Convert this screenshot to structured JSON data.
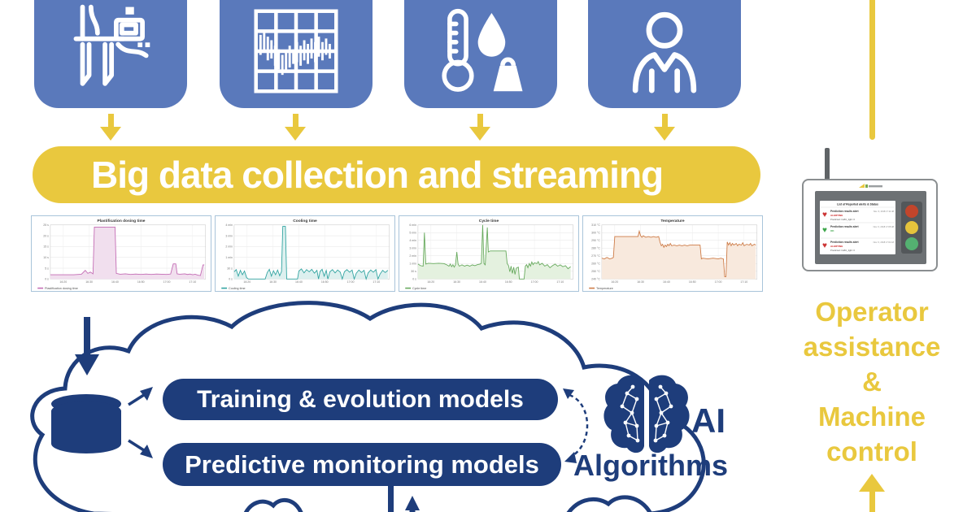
{
  "colors": {
    "source_blue": "#5a79bb",
    "accent_yellow": "#e9c83e",
    "navy": "#1e3d7b",
    "alert_red": "#cc3333",
    "ok_green": "#3da64a"
  },
  "sources": [
    {
      "icon": "caliper-icon"
    },
    {
      "icon": "process-curve-icon"
    },
    {
      "icon": "temperature-humidity-weight-icon"
    },
    {
      "icon": "operator-icon"
    }
  ],
  "banner": {
    "label": "Big data collection and streaming"
  },
  "cloud": {
    "pill1": "Training & evolution models",
    "pill2": "Predictive monitoring models",
    "ai": "AI",
    "algorithms": "Algorithms"
  },
  "right_panel": {
    "alerts_title": "List of Reported alerts & Status",
    "alerts": [
      {
        "title": "Prediction results alert",
        "status": "ALERTING",
        "status_color": "#cc2222",
        "heart_color": "#cc3333",
        "detail": "Predicted: traffic_light: 0",
        "timestamp": "Nov. 6, 2018 17:11:48"
      },
      {
        "title": "Prediction results alert",
        "status": "OK",
        "status_color": "#3da64a",
        "heart_color": "#3da64a",
        "detail": "",
        "timestamp": "Nov. 6, 2018 17:05:48"
      },
      {
        "title": "Prediction results alert",
        "status": "ALERTING",
        "status_color": "#cc2222",
        "heart_color": "#cc3333",
        "detail": "Predicted: traffic_light: 0",
        "timestamp": "Nov. 6, 2018 17:01:18"
      }
    ],
    "traffic_light_colors": [
      "#c2452b",
      "#e5c33c",
      "#54b171"
    ],
    "caption_lines": [
      "Operator",
      "assistance",
      "&",
      "Machine",
      "control"
    ]
  },
  "chart_data": [
    {
      "type": "area",
      "title": "Plastification dosing time",
      "legend": "Plastification dosing time",
      "color": "#c36bb4",
      "fill": "#f1dfee",
      "x_domain": [
        0,
        60
      ],
      "x_ticks": [
        {
          "v": 5,
          "label": "16:20"
        },
        {
          "v": 15,
          "label": "16:30"
        },
        {
          "v": 25,
          "label": "16:40"
        },
        {
          "v": 35,
          "label": "16:50"
        },
        {
          "v": 45,
          "label": "17:00"
        },
        {
          "v": 55,
          "label": "17:10"
        }
      ],
      "y_ticks": [
        {
          "v": 0,
          "label": "0 s"
        },
        {
          "v": 5,
          "label": "5 s"
        },
        {
          "v": 10,
          "label": "10 s"
        },
        {
          "v": 15,
          "label": "15 s"
        },
        {
          "v": 20,
          "label": "20 s"
        },
        {
          "v": 25,
          "label": "25 s"
        }
      ],
      "points": [
        [
          0,
          2
        ],
        [
          3,
          2
        ],
        [
          6,
          2
        ],
        [
          9,
          2
        ],
        [
          12,
          2.2
        ],
        [
          13.5,
          4
        ],
        [
          14.5,
          2.6
        ],
        [
          15.5,
          3.2
        ],
        [
          16.5,
          2.4
        ],
        [
          17,
          24
        ],
        [
          25,
          24
        ],
        [
          25.5,
          2.6
        ],
        [
          27,
          2.2
        ],
        [
          29,
          2.4
        ],
        [
          31,
          2.1
        ],
        [
          33,
          2.3
        ],
        [
          35,
          2.1
        ],
        [
          37,
          2.3
        ],
        [
          39,
          2.1
        ],
        [
          41,
          2.3
        ],
        [
          43,
          2.2
        ],
        [
          45,
          2.1
        ],
        [
          46.5,
          2.3
        ],
        [
          47.5,
          7
        ],
        [
          48.5,
          7
        ],
        [
          49,
          2.4
        ],
        [
          50,
          2.2
        ],
        [
          52,
          2.4
        ],
        [
          53,
          2.1
        ],
        [
          54,
          2.3
        ],
        [
          55,
          2
        ],
        [
          56,
          2.2
        ],
        [
          57,
          1.8
        ],
        [
          58,
          1.6
        ],
        [
          59,
          6.5
        ],
        [
          59.5,
          6.5
        ]
      ]
    },
    {
      "type": "area",
      "title": "Cooling time",
      "legend": "Cooling time",
      "color": "#2fa3a0",
      "fill": "#ddf0ef",
      "x_domain": [
        0,
        60
      ],
      "x_ticks": [
        {
          "v": 5,
          "label": "16:20"
        },
        {
          "v": 15,
          "label": "16:30"
        },
        {
          "v": 25,
          "label": "16:40"
        },
        {
          "v": 35,
          "label": "16:50"
        },
        {
          "v": 45,
          "label": "17:00"
        },
        {
          "v": 55,
          "label": "17:10"
        }
      ],
      "y_ticks": [
        {
          "v": 0,
          "label": "0 s"
        },
        {
          "v": 30,
          "label": "30 s"
        },
        {
          "v": 60,
          "label": "1 min"
        },
        {
          "v": 120,
          "label": "2 min"
        },
        {
          "v": 180,
          "label": "3 min"
        },
        {
          "v": 240,
          "label": "4 min"
        }
      ],
      "points": [
        [
          0,
          20
        ],
        [
          0.8,
          26
        ],
        [
          1.6,
          8
        ],
        [
          2.4,
          24
        ],
        [
          3.2,
          12
        ],
        [
          4,
          22
        ],
        [
          4.8,
          4
        ],
        [
          5.5,
          0
        ],
        [
          12,
          0
        ],
        [
          12.8,
          18
        ],
        [
          13.6,
          27
        ],
        [
          14.4,
          8
        ],
        [
          15.2,
          23
        ],
        [
          16,
          12
        ],
        [
          16.8,
          25
        ],
        [
          17.6,
          9
        ],
        [
          18.3,
          21
        ],
        [
          18.8,
          232
        ],
        [
          19.8,
          232
        ],
        [
          20.3,
          0
        ],
        [
          24.5,
          0
        ],
        [
          25,
          22
        ],
        [
          26,
          28
        ],
        [
          27,
          17
        ],
        [
          28,
          26
        ],
        [
          29,
          20
        ],
        [
          30,
          27
        ],
        [
          31,
          16
        ],
        [
          32,
          24
        ],
        [
          32.6,
          0
        ],
        [
          33.2,
          21
        ],
        [
          34,
          27
        ],
        [
          34.8,
          8
        ],
        [
          35.6,
          24
        ],
        [
          36.2,
          0
        ],
        [
          37,
          20
        ],
        [
          38,
          26
        ],
        [
          39,
          17
        ],
        [
          40,
          25
        ],
        [
          41,
          19
        ],
        [
          41.8,
          0
        ],
        [
          42.6,
          20
        ],
        [
          43.6,
          26
        ],
        [
          44.6,
          19
        ],
        [
          45.6,
          25
        ],
        [
          46.4,
          0
        ],
        [
          47.2,
          16
        ],
        [
          48.2,
          25
        ],
        [
          49.2,
          18
        ],
        [
          50.2,
          24
        ],
        [
          51,
          0
        ],
        [
          51.8,
          17
        ],
        [
          52.8,
          25
        ],
        [
          53.8,
          19
        ],
        [
          54.8,
          26
        ],
        [
          55.6,
          0
        ],
        [
          56.4,
          14
        ],
        [
          57.4,
          24
        ],
        [
          58.4,
          18
        ],
        [
          59.4,
          24
        ]
      ]
    },
    {
      "type": "area",
      "title": "Cycle time",
      "legend": "Cycle time",
      "color": "#66a95c",
      "fill": "#e4f1df",
      "x_domain": [
        0,
        60
      ],
      "x_ticks": [
        {
          "v": 5,
          "label": "16:20"
        },
        {
          "v": 15,
          "label": "16:30"
        },
        {
          "v": 25,
          "label": "16:40"
        },
        {
          "v": 35,
          "label": "16:50"
        },
        {
          "v": 45,
          "label": "17:00"
        },
        {
          "v": 55,
          "label": "17:10"
        }
      ],
      "y_ticks": [
        {
          "v": 0,
          "label": "0 s"
        },
        {
          "v": 30,
          "label": "30 s"
        },
        {
          "v": 60,
          "label": "1 min"
        },
        {
          "v": 120,
          "label": "2 min"
        },
        {
          "v": 180,
          "label": "3 min"
        },
        {
          "v": 240,
          "label": "4 min"
        },
        {
          "v": 300,
          "label": "5 min"
        },
        {
          "v": 360,
          "label": "6 min"
        }
      ],
      "points": [
        [
          0,
          58
        ],
        [
          1,
          52
        ],
        [
          2,
          50
        ],
        [
          2.5,
          300
        ],
        [
          3,
          58
        ],
        [
          4,
          62
        ],
        [
          6,
          60
        ],
        [
          8,
          62
        ],
        [
          10,
          60
        ],
        [
          11,
          56
        ],
        [
          12,
          50
        ],
        [
          12.5,
          58
        ],
        [
          13,
          48
        ],
        [
          13.5,
          56
        ],
        [
          14,
          46
        ],
        [
          14.5,
          55
        ],
        [
          15,
          150
        ],
        [
          15.5,
          58
        ],
        [
          16,
          50
        ],
        [
          17,
          55
        ],
        [
          18,
          50
        ],
        [
          19,
          54
        ],
        [
          20,
          50
        ],
        [
          21,
          55
        ],
        [
          22,
          52
        ],
        [
          23,
          56
        ],
        [
          24,
          58
        ],
        [
          24.5,
          62
        ],
        [
          25,
          366
        ],
        [
          25.5,
          60
        ],
        [
          26,
          55
        ],
        [
          26.8,
          340
        ],
        [
          27.2,
          150
        ],
        [
          27.6,
          155
        ],
        [
          28,
          158
        ],
        [
          34,
          158
        ],
        [
          34.5,
          60
        ],
        [
          35,
          52
        ],
        [
          35.5,
          28
        ],
        [
          36,
          50
        ],
        [
          36.5,
          22
        ],
        [
          37,
          46
        ],
        [
          37.5,
          18
        ],
        [
          38,
          42
        ],
        [
          38.8,
          46
        ],
        [
          39.2,
          0
        ],
        [
          41,
          0
        ],
        [
          41.5,
          50
        ],
        [
          42,
          56
        ],
        [
          42.5,
          44
        ],
        [
          43,
          60
        ],
        [
          43.5,
          50
        ],
        [
          44,
          72
        ],
        [
          44.5,
          56
        ],
        [
          45,
          66
        ],
        [
          46,
          60
        ],
        [
          46.5,
          76
        ],
        [
          47,
          55
        ],
        [
          48,
          62
        ],
        [
          49,
          50
        ],
        [
          50,
          56
        ],
        [
          51,
          44
        ],
        [
          52,
          52
        ],
        [
          53,
          58
        ],
        [
          54,
          50
        ],
        [
          55,
          55
        ],
        [
          56,
          48
        ],
        [
          57,
          52
        ],
        [
          58,
          40
        ],
        [
          59,
          48
        ]
      ]
    },
    {
      "type": "area",
      "title": "Temperature",
      "legend": "Temperature",
      "color": "#cd7a45",
      "fill": "#f8e9dd",
      "x_domain": [
        0,
        60
      ],
      "x_ticks": [
        {
          "v": 5,
          "label": "16:20"
        },
        {
          "v": 15,
          "label": "16:30"
        },
        {
          "v": 25,
          "label": "16:40"
        },
        {
          "v": 35,
          "label": "16:50"
        },
        {
          "v": 45,
          "label": "17:00"
        },
        {
          "v": 55,
          "label": "17:10"
        }
      ],
      "y_ticks": [
        {
          "v": 240,
          "label": "240 °C"
        },
        {
          "v": 250,
          "label": "250 °C"
        },
        {
          "v": 260,
          "label": "260 °C"
        },
        {
          "v": 270,
          "label": "270 °C"
        },
        {
          "v": 280,
          "label": "280 °C"
        },
        {
          "v": 290,
          "label": "290 °C"
        },
        {
          "v": 300,
          "label": "300 °C"
        },
        {
          "v": 310,
          "label": "310 °C"
        }
      ],
      "points": [
        [
          0,
          267
        ],
        [
          1,
          266
        ],
        [
          2,
          268
        ],
        [
          3,
          266
        ],
        [
          4,
          267
        ],
        [
          4.5,
          268
        ],
        [
          5,
          295
        ],
        [
          14,
          295
        ],
        [
          14.5,
          302
        ],
        [
          15,
          296
        ],
        [
          15.5,
          294
        ],
        [
          16,
          296
        ],
        [
          17,
          294
        ],
        [
          18,
          295
        ],
        [
          19,
          294
        ],
        [
          20,
          295
        ],
        [
          21,
          294
        ],
        [
          22,
          295
        ],
        [
          22.5,
          288
        ],
        [
          23,
          283
        ],
        [
          23.5,
          285
        ],
        [
          24,
          281
        ],
        [
          24.5,
          284
        ],
        [
          25,
          282
        ],
        [
          25.5,
          285
        ],
        [
          26,
          283
        ],
        [
          26.5,
          286
        ],
        [
          27,
          283
        ],
        [
          28,
          284
        ],
        [
          29,
          283
        ],
        [
          30,
          284
        ],
        [
          31,
          283
        ],
        [
          32,
          284
        ],
        [
          33,
          283
        ],
        [
          34,
          284
        ],
        [
          36,
          284
        ],
        [
          38,
          284
        ],
        [
          38.5,
          266
        ],
        [
          39,
          267
        ],
        [
          41,
          266
        ],
        [
          43,
          267
        ],
        [
          45,
          266
        ],
        [
          46,
          267
        ],
        [
          47,
          266
        ],
        [
          47.5,
          243
        ],
        [
          48,
          243
        ],
        [
          48.5,
          288
        ],
        [
          49,
          284
        ],
        [
          49.5,
          287
        ],
        [
          50,
          283
        ],
        [
          50.5,
          286
        ],
        [
          51,
          284
        ],
        [
          52,
          286
        ],
        [
          52.5,
          283
        ],
        [
          53,
          285
        ],
        [
          54,
          284
        ],
        [
          54.5,
          287
        ],
        [
          55,
          283
        ],
        [
          56,
          285
        ],
        [
          57,
          284
        ],
        [
          57.5,
          286
        ],
        [
          58,
          283
        ],
        [
          59,
          285
        ],
        [
          59.5,
          284
        ]
      ]
    }
  ]
}
